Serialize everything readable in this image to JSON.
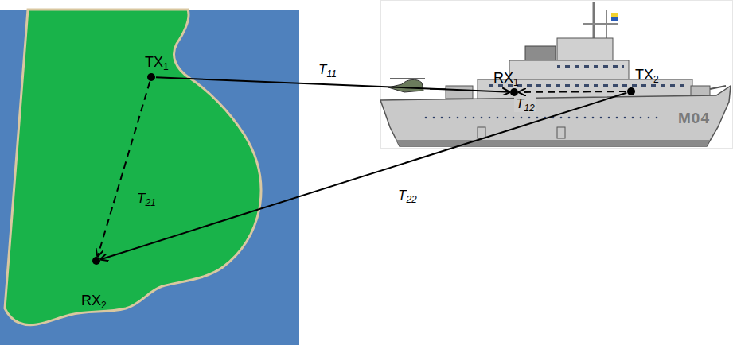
{
  "diagram": {
    "nodes": [
      {
        "text": [
          "TX1"
        ]
      },
      {
        "text": [
          "RX1"
        ]
      },
      {
        "text": [
          "TX2"
        ]
      },
      {
        "text": [
          "RX2"
        ]
      }
    ],
    "edges": [
      {
        "from": 0,
        "to": 1,
        "label": "T11",
        "arrow": "to"
      },
      {
        "from": 0,
        "to": 3,
        "label": "T21",
        "arrow": "to"
      },
      {
        "from": 2,
        "to": 1,
        "label": "T12",
        "arrow": "to"
      },
      {
        "from": 2,
        "to": 3,
        "label": "T22",
        "arrow": "to"
      }
    ],
    "labels": [
      "M04"
    ]
  }
}
